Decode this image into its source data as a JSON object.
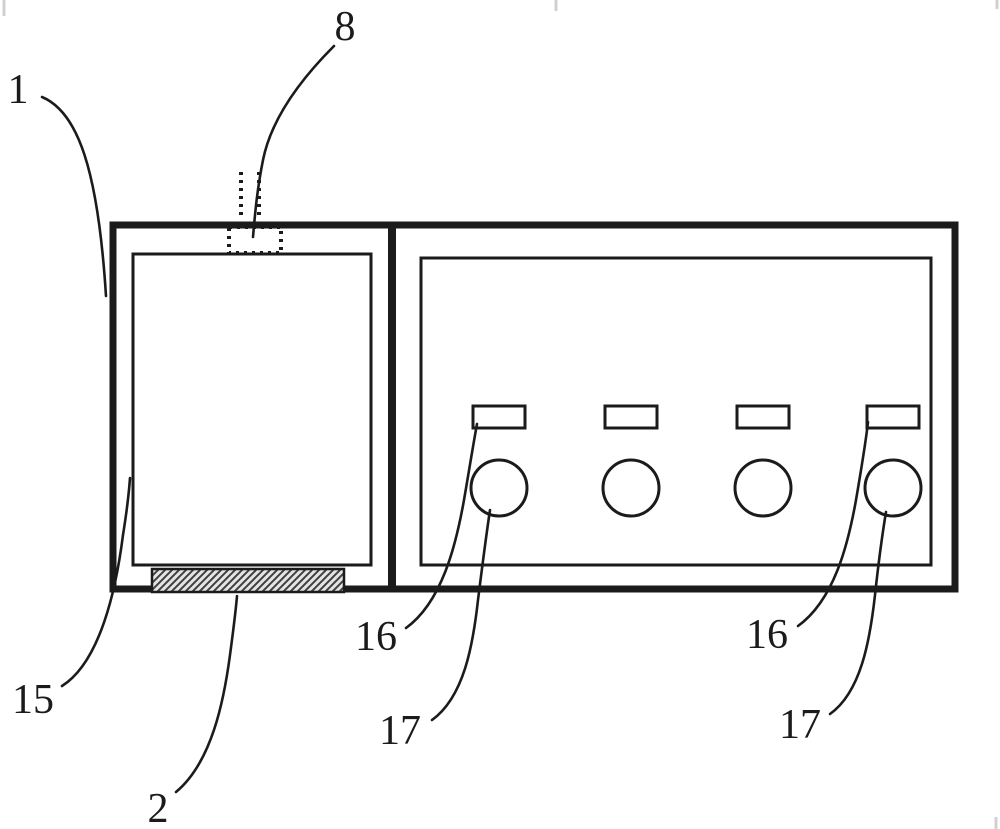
{
  "colors": {
    "background": "#ffffff",
    "line": "#1b1b1b",
    "hatch_line": "#3f3f3f",
    "hatch_fill": "#e4e4e4",
    "artifact": "#bdbdbd"
  },
  "figure": {
    "reference_labels": {
      "label_1": "1",
      "label_8": "8",
      "label_15": "15",
      "label_2": "2",
      "label_16_left": "16",
      "label_17_left": "17",
      "label_16_right": "16",
      "label_17_right": "17"
    }
  }
}
